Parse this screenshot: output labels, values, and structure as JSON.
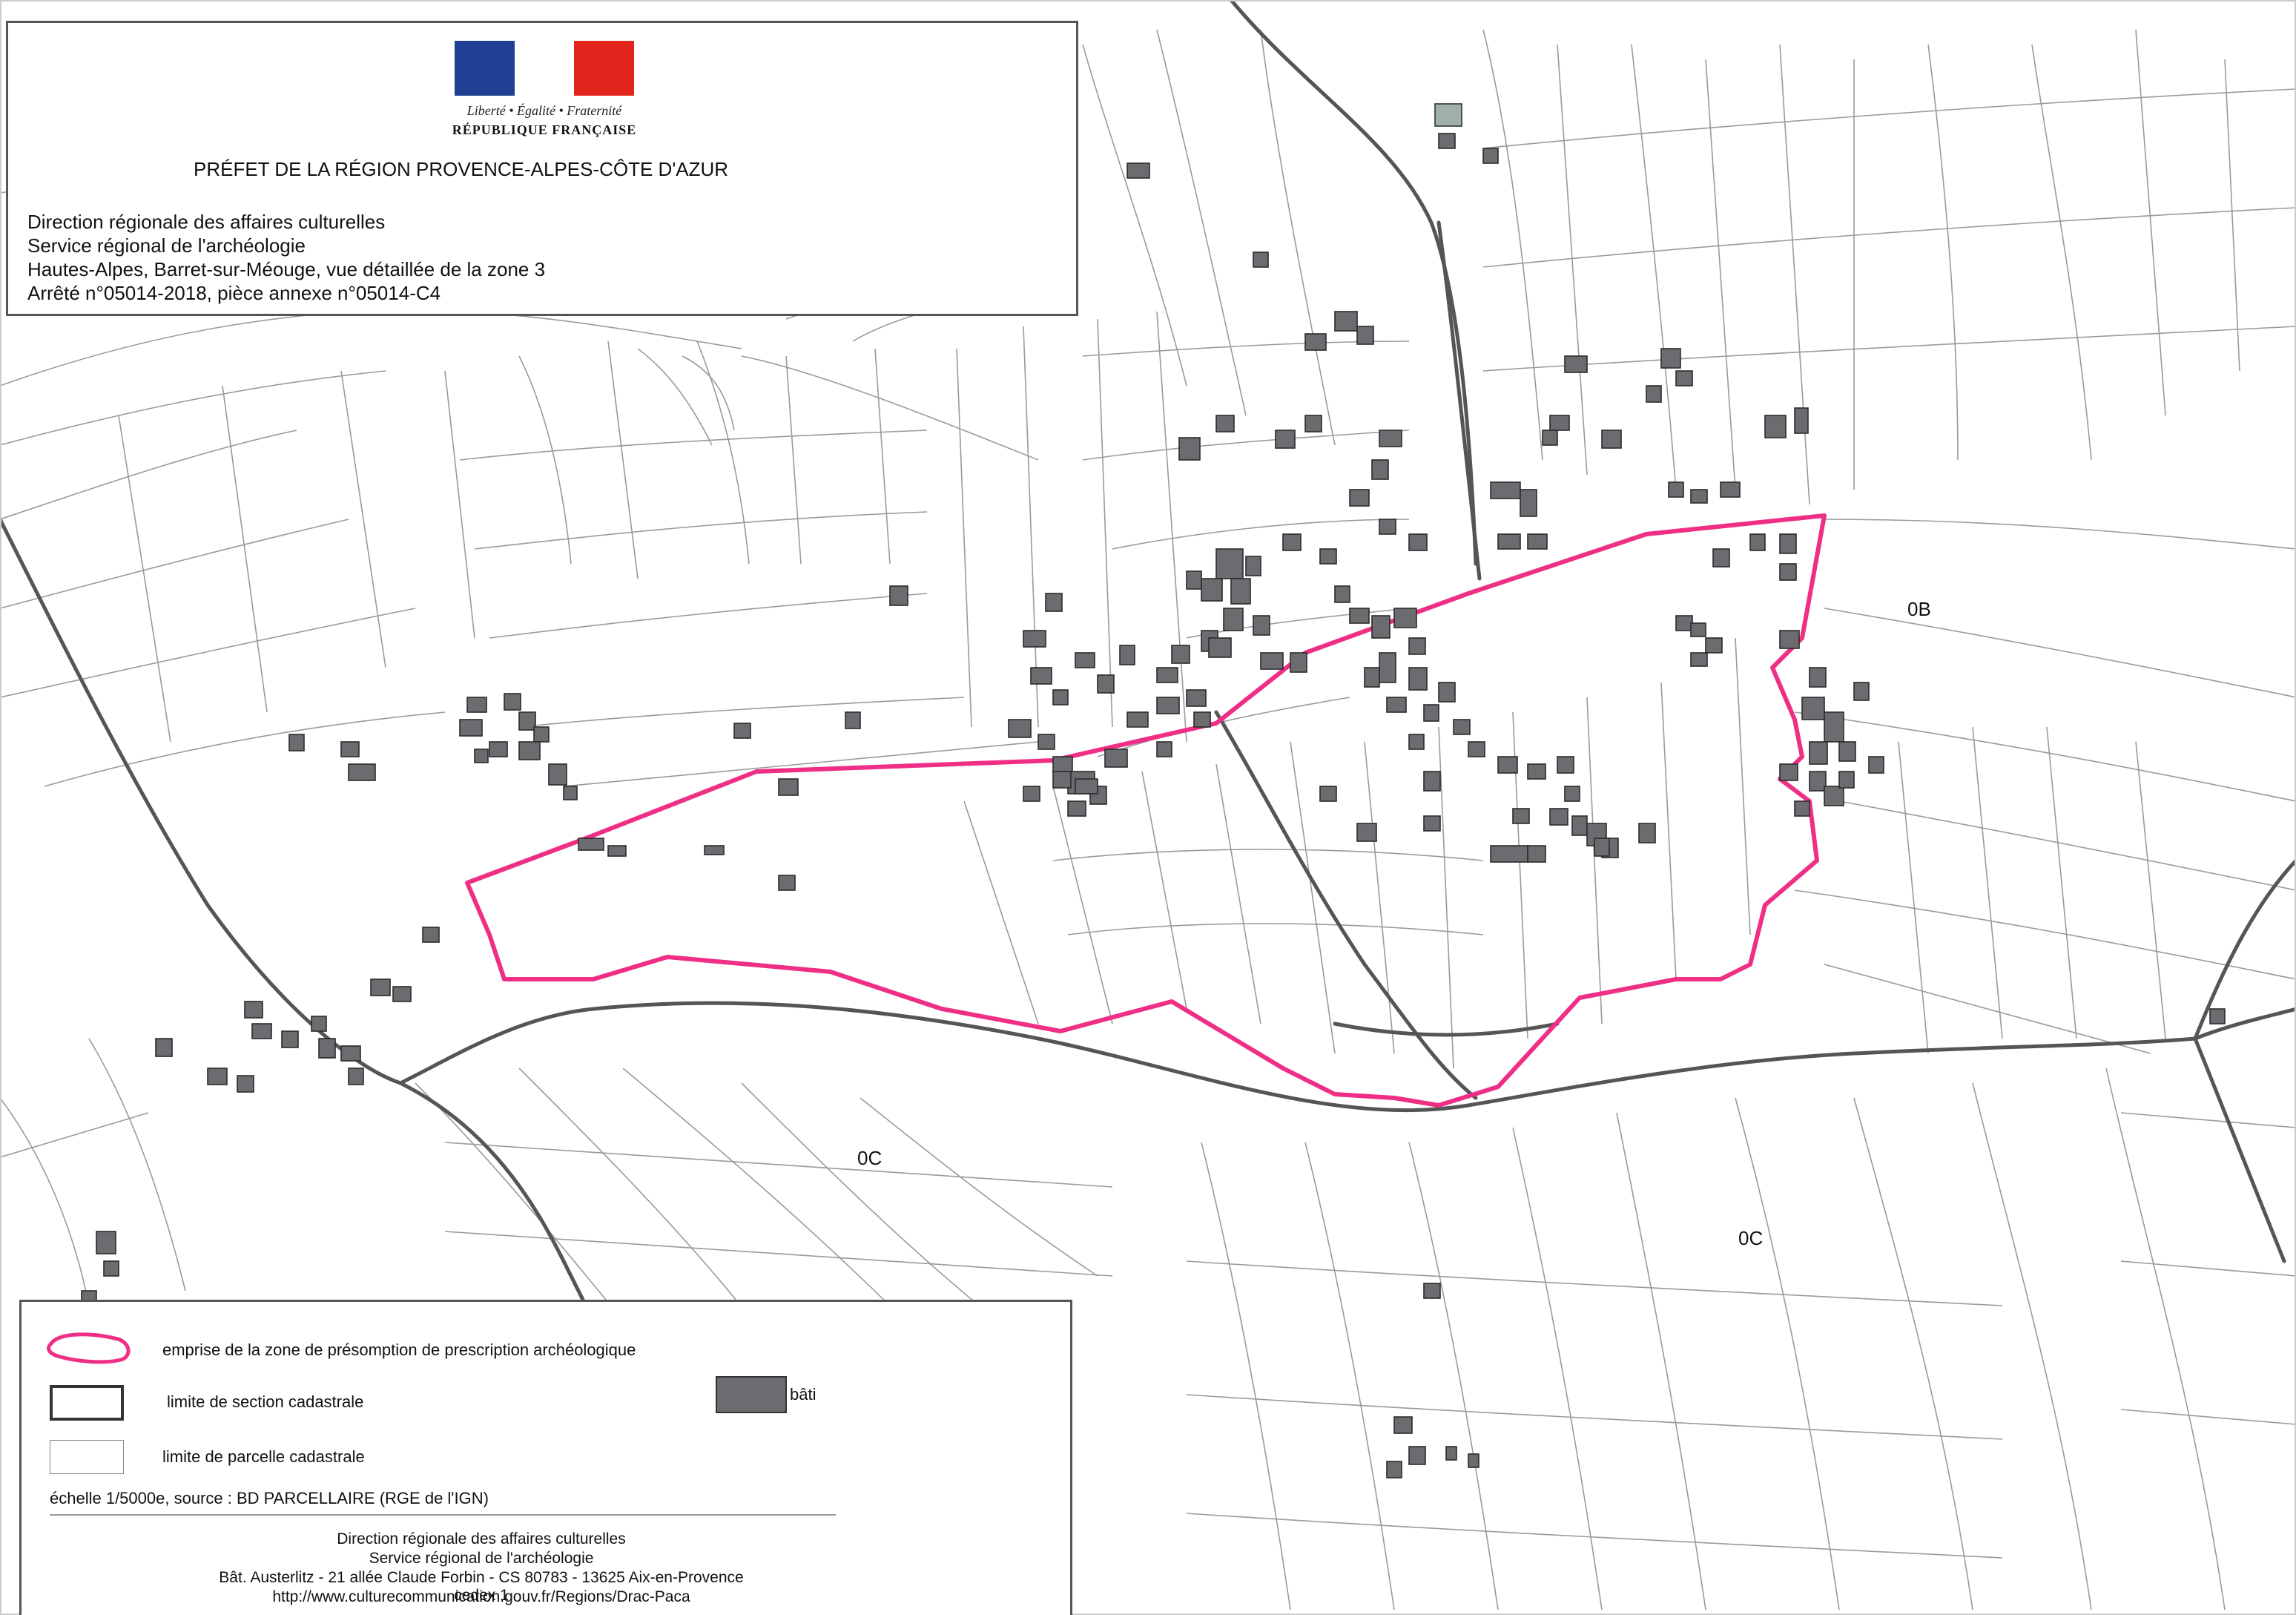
{
  "header": {
    "motto": "Liberté • Égalité • Fraternité",
    "republic": "RÉPUBLIQUE FRANÇAISE",
    "prefecture": "PRÉFET  DE LA RÉGION PROVENCE-ALPES-CÔTE D'AZUR",
    "lines": [
      "Direction régionale des affaires culturelles",
      "Service régional de l'archéologie",
      "Hautes-Alpes, Barret-sur-Méouge, vue détaillée de la zone 3",
      "Arrêté n°05014-2018, pièce annexe n°05014-C4"
    ],
    "flag_colors": [
      "#1f3f93",
      "#ffffff",
      "#e1241c"
    ]
  },
  "map": {
    "section_labels": [
      "0B",
      "0C",
      "0C"
    ],
    "zone_color": "#ef2f86",
    "building_color": "#6b6b70"
  },
  "legend": {
    "zone": "emprise de la zone de présomption de prescription archéologique",
    "section": "limite de section cadastrale",
    "parcel": "limite de parcelle cadastrale",
    "building": "bâti",
    "scale": "échelle 1/5000e, source : BD PARCELLAIRE (RGE de l'IGN)"
  },
  "footer": {
    "lines": [
      "Direction régionale des affaires culturelles",
      "Service régional de l'archéologie",
      "Bât. Austerlitz  -  21 allée Claude Forbin  - CS 80783  - 13625 Aix-en-Provence cedex 1",
      "http://www.culturecommunication.gouv.fr/Regions/Drac-Paca"
    ]
  }
}
